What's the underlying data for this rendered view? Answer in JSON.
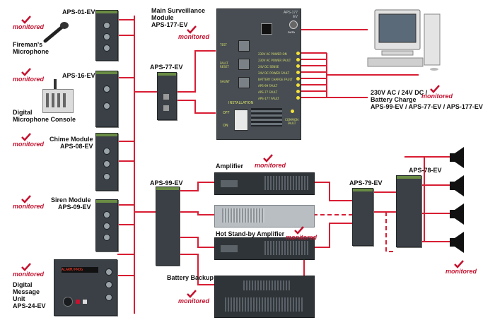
{
  "colors": {
    "line": "#d81e34",
    "monitored": "#c4122f",
    "module": "#3a4046",
    "rack": "#2f3438"
  },
  "labels": {
    "aps01": "APS-01-EV",
    "fireman": "Fireman's\nMicrophone",
    "aps16": "APS-16-EV",
    "console": "Digital\nMicrophone Console",
    "chime": "Chime Module\nAPS-08-EV",
    "siren": "Siren Module\nAPS-09-EV",
    "digital_msg": "Digital\nMessage\nUnit\nAPS-24-EV",
    "main_surv": "Main Surveillance\nModule\nAPS-177-EV",
    "aps77": "APS-77-EV",
    "aps99": "APS-99-EV",
    "amplifier": "Amplifier",
    "hot_standby": "Hot Stand-by Amplifier",
    "battery_backup": "Battery Backup",
    "aps79": "APS-79-EV",
    "aps78": "APS-78-EV",
    "power": "230V AC / 24V DC /\nBattery Charge\nAPS-99-EV / APS-77-EV / APS-177-EV"
  },
  "monitored_text": "monitored",
  "panel": {
    "title": "APS-177\nEV",
    "data": "DATA",
    "buttons": [
      "TEST",
      "FAULT\nRESET",
      "SHUNT"
    ],
    "faults": [
      "230V AC POWER ON",
      "230V AC POWER FAULT",
      "24V DC SENSE",
      "24V DC POWER FAULT",
      "BATTERY CHARGE FAULT",
      "APS-99 FAULT",
      "APS-77 FAULT",
      "APS-177 FAULT"
    ],
    "installation": "INSTALLATION",
    "off": "OFF",
    "on": "ON",
    "common_fault": "COMMON\nFAULT"
  },
  "display_text": "ALARM/PROG 12.5/04"
}
